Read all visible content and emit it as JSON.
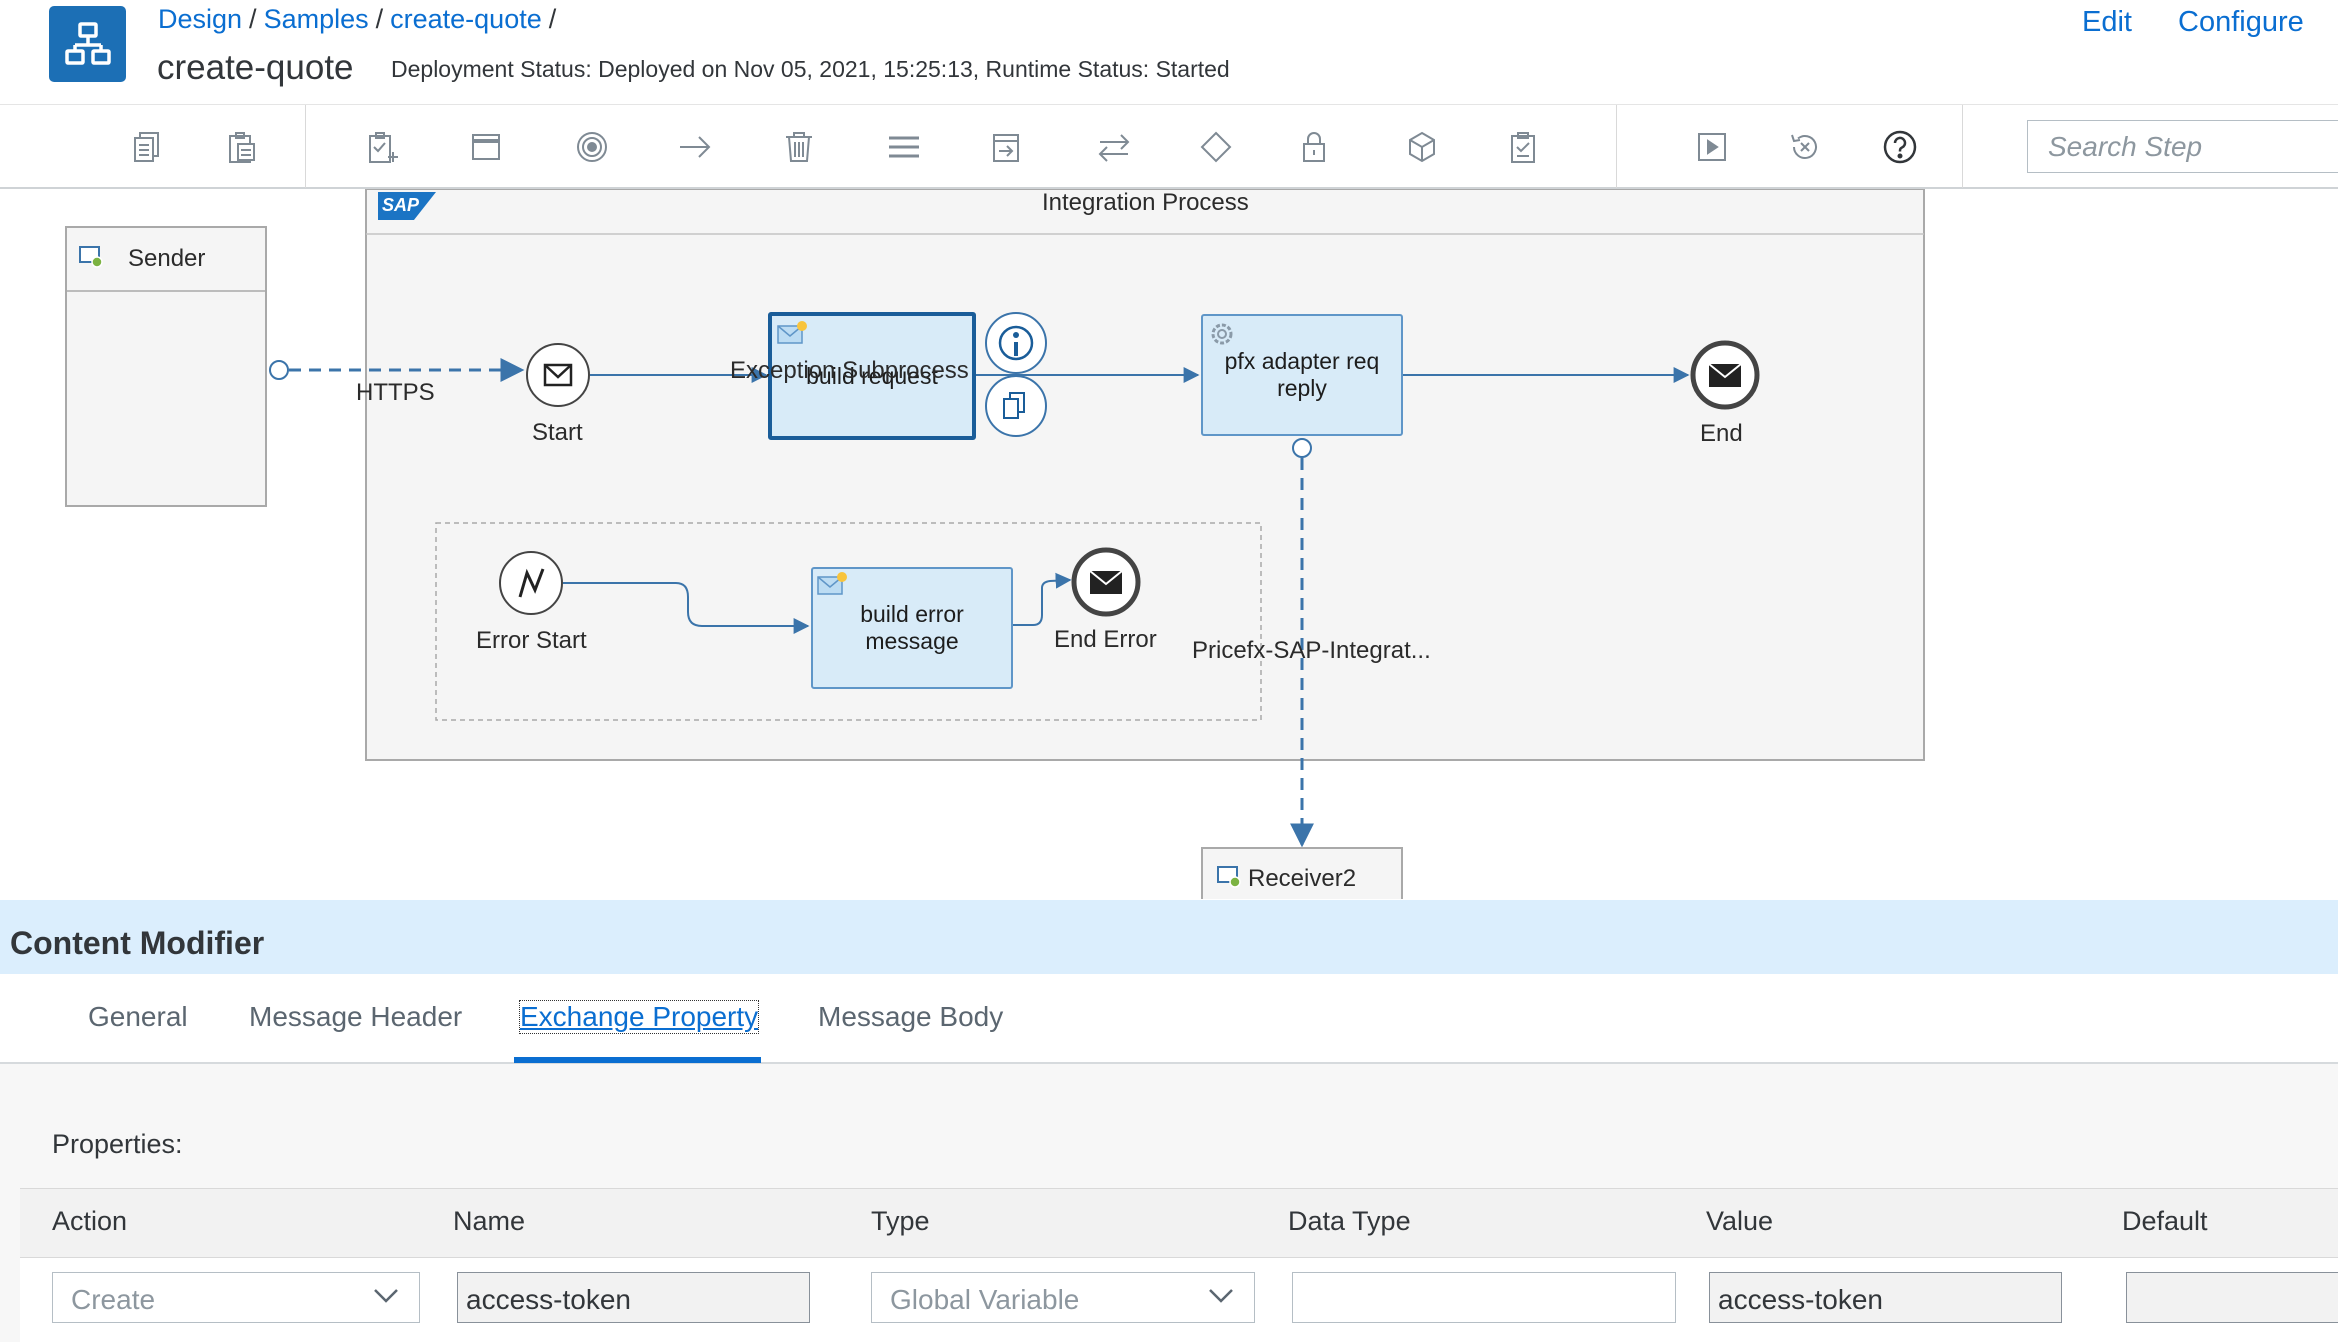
{
  "header": {
    "breadcrumb": [
      "Design",
      "Samples",
      "create-quote"
    ],
    "title": "create-quote",
    "status": "Deployment Status: Deployed on Nov 05, 2021, 15:25:13, Runtime Status: Started",
    "edit_label": "Edit",
    "configure_label": "Configure"
  },
  "toolbar": {
    "search_placeholder": "Search Step",
    "icons": [
      "copy-icon",
      "paste-icon",
      "add-to-clipboard-icon",
      "window-icon",
      "target-icon",
      "arrow-right-icon",
      "delete-icon",
      "menu-icon",
      "external-call-icon",
      "transfer-icon",
      "gateway-icon",
      "lock-icon",
      "package-icon",
      "checklist-icon",
      "simulate-icon",
      "clear-simulation-icon",
      "help-icon"
    ]
  },
  "diagram": {
    "sender_label": "Sender",
    "sap_logo": "SAP",
    "process_title": "Integration Process",
    "https_label": "HTTPS",
    "start_label": "Start",
    "build_request_label": "build request",
    "pfx_label_1": "pfx adapter req",
    "pfx_label_2": "reply",
    "end_label": "End",
    "exception_title": "Exception Subprocess",
    "error_start_label": "Error Start",
    "build_error_label_1": "build error",
    "build_error_label_2": "message",
    "end_error_label": "End Error",
    "connection_label": "Pricefx-SAP-Integrat...",
    "receiver_label": "Receiver2"
  },
  "panel": {
    "title": "Content Modifier",
    "tabs": [
      "General",
      "Message Header",
      "Exchange Property",
      "Message Body"
    ],
    "active_tab": "Exchange Property",
    "properties_label": "Properties:",
    "columns": [
      "Action",
      "Name",
      "Type",
      "Data Type",
      "Value",
      "Default"
    ],
    "row": {
      "action": "Create",
      "name": "access-token",
      "type": "Global Variable",
      "data_type": "",
      "value": "access-token",
      "default": ""
    }
  }
}
